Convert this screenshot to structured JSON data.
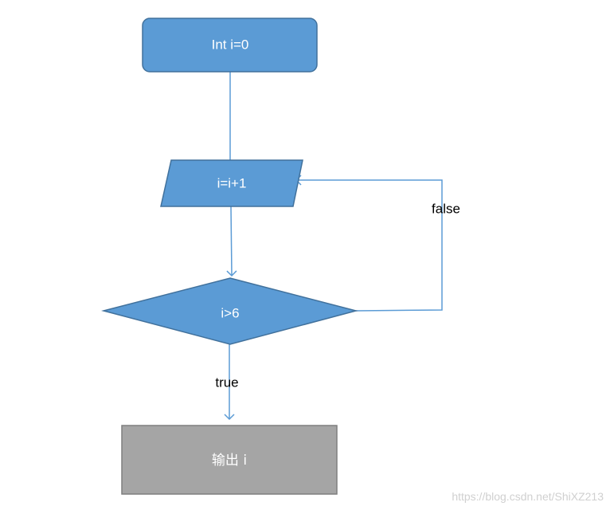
{
  "nodes": {
    "start": {
      "label": "Int i=0"
    },
    "increment": {
      "label": "i=i+1"
    },
    "condition": {
      "label": "i>6"
    },
    "output": {
      "label": "输出 i"
    }
  },
  "edges": {
    "false_label": "false",
    "true_label": "true"
  },
  "watermark": "https://blog.csdn.net/ShiXZ213",
  "colors": {
    "node_fill": "#5b9bd5",
    "node_stroke": "#41719c",
    "output_fill": "#a5a5a5",
    "output_stroke": "#7f7f7f",
    "connector": "#5b9bd5"
  }
}
